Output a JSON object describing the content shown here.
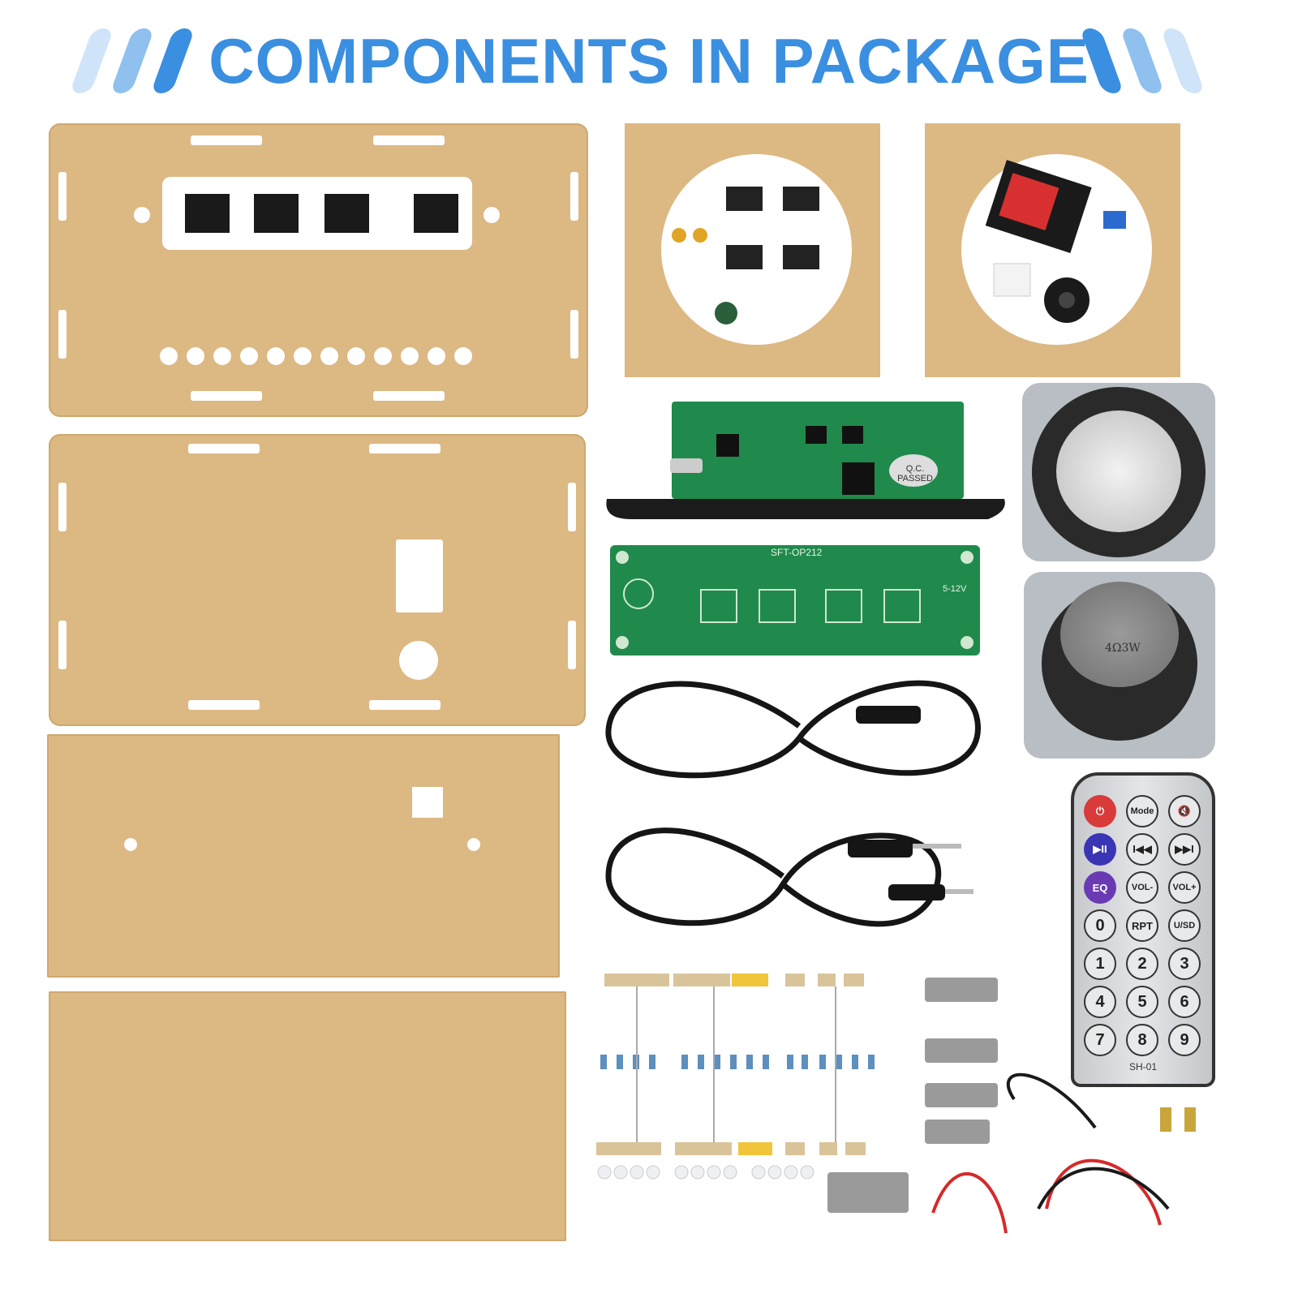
{
  "title": "COMPONENTS IN PACKAGE",
  "colors": {
    "title": "#3a8fe0",
    "acrylic": "#dcb883",
    "pcb": "#1f8a4c",
    "power_button": "#d93a3a",
    "play_button": "#3a35b5",
    "eq_button": "#6a3ab5"
  },
  "bluetooth_board": {
    "sticker": "Q.C. PASSED"
  },
  "amp_board": {
    "label": "SFT-OP212",
    "voltage": "5-12V"
  },
  "speaker": {
    "rating": "4Ω3W"
  },
  "remote": {
    "model": "SH-01",
    "buttons": [
      {
        "label": "⏻",
        "icon": "power-icon",
        "kind": "power"
      },
      {
        "label": "Mode",
        "kind": "plain"
      },
      {
        "label": "🔇",
        "icon": "mute-icon",
        "kind": "plain"
      },
      {
        "label": "▶II",
        "icon": "play-pause-icon",
        "kind": "play"
      },
      {
        "label": "I◀◀",
        "icon": "previous-icon",
        "kind": "plain"
      },
      {
        "label": "▶▶I",
        "icon": "next-icon",
        "kind": "plain"
      },
      {
        "label": "EQ",
        "kind": "eq"
      },
      {
        "label": "VOL-",
        "kind": "plain"
      },
      {
        "label": "VOL+",
        "kind": "plain"
      },
      {
        "label": "0",
        "kind": "num"
      },
      {
        "label": "RPT",
        "kind": "plain"
      },
      {
        "label": "U/SD",
        "kind": "plain"
      },
      {
        "label": "1",
        "kind": "num"
      },
      {
        "label": "2",
        "kind": "num"
      },
      {
        "label": "3",
        "kind": "num"
      },
      {
        "label": "4",
        "kind": "num"
      },
      {
        "label": "5",
        "kind": "num"
      },
      {
        "label": "6",
        "kind": "num"
      },
      {
        "label": "7",
        "kind": "num"
      },
      {
        "label": "8",
        "kind": "num"
      },
      {
        "label": "9",
        "kind": "num"
      }
    ]
  }
}
